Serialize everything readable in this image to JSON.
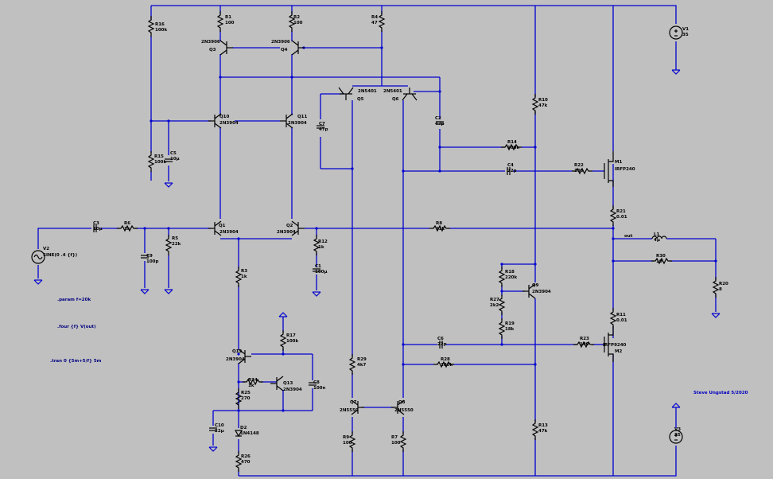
{
  "resistors": [
    {
      "ref": "R16",
      "value": "100k"
    },
    {
      "ref": "R1",
      "value": "100"
    },
    {
      "ref": "R2",
      "value": "100"
    },
    {
      "ref": "R4",
      "value": "47"
    },
    {
      "ref": "R10",
      "value": "47k"
    },
    {
      "ref": "R14",
      "value": "100k"
    },
    {
      "ref": "R22",
      "value": "100"
    },
    {
      "ref": "R15",
      "value": "100k"
    },
    {
      "ref": "R21",
      "value": "0.01"
    },
    {
      "ref": "R6",
      "value": "1k"
    },
    {
      "ref": "R5",
      "value": "22k"
    },
    {
      "ref": "R12",
      "value": "1k"
    },
    {
      "ref": "R8",
      "value": "22k"
    },
    {
      "ref": "R3",
      "value": "1k"
    },
    {
      "ref": "R30",
      "value": "10"
    },
    {
      "ref": "R20",
      "value": "8"
    },
    {
      "ref": "R18",
      "value": "220k"
    },
    {
      "ref": "R27",
      "value": "2k2"
    },
    {
      "ref": "R19",
      "value": "18k"
    },
    {
      "ref": "R11",
      "value": "0.01"
    },
    {
      "ref": "R17",
      "value": "100k"
    },
    {
      "ref": "R23",
      "value": "100"
    },
    {
      "ref": "R28",
      "value": "100k"
    },
    {
      "ref": "R29",
      "value": "4k7"
    },
    {
      "ref": "R24",
      "value": "1k"
    },
    {
      "ref": "R25",
      "value": "270"
    },
    {
      "ref": "R26",
      "value": "470"
    },
    {
      "ref": "R9",
      "value": "100"
    },
    {
      "ref": "R7",
      "value": "100"
    },
    {
      "ref": "R13",
      "value": "47k"
    }
  ],
  "capacitors": [
    {
      "ref": "C5",
      "value": "10µ"
    },
    {
      "ref": "C7",
      "value": "47p"
    },
    {
      "ref": "C2",
      "value": "47p"
    },
    {
      "ref": "C4",
      "value": "22p"
    },
    {
      "ref": "C3",
      "value": "10µ"
    },
    {
      "ref": "C9",
      "value": "100p"
    },
    {
      "ref": "C1",
      "value": "100µ"
    },
    {
      "ref": "C6",
      "value": "22p"
    },
    {
      "ref": "C8",
      "value": "100n"
    },
    {
      "ref": "C10",
      "value": "22µ"
    }
  ],
  "transistors": [
    {
      "ref": "Q3",
      "part": "2N3906"
    },
    {
      "ref": "Q4",
      "part": "2N3906"
    },
    {
      "ref": "Q5",
      "part": "2N5401"
    },
    {
      "ref": "Q6",
      "part": "2N5401"
    },
    {
      "ref": "Q10",
      "part": "2N3904"
    },
    {
      "ref": "Q11",
      "part": "2N3904"
    },
    {
      "ref": "Q1",
      "part": "2N3904"
    },
    {
      "ref": "Q2",
      "part": "2N3904"
    },
    {
      "ref": "Q9",
      "part": "2N3904"
    },
    {
      "ref": "Q12",
      "part": "2N3904"
    },
    {
      "ref": "Q13",
      "part": "2N3904"
    },
    {
      "ref": "Q7",
      "part": "2N5550"
    },
    {
      "ref": "Q8",
      "part": "2N5550"
    },
    {
      "ref": "M1",
      "part": "IRFP240"
    },
    {
      "ref": "M2",
      "part": "IRFP9240"
    }
  ],
  "others": [
    {
      "ref": "V1",
      "value": "35"
    },
    {
      "ref": "V3",
      "value": "35"
    },
    {
      "ref": "V2",
      "value": "SINE(0 .4 {f})"
    },
    {
      "ref": "L1",
      "value": "4µ"
    },
    {
      "ref": "D2",
      "value": "1N4148"
    }
  ],
  "net_labels": {
    "out": "out"
  },
  "directives": [
    ".param f=20k",
    ".four {f} V(out)",
    ".tran 0 {5m+5/f} 5m"
  ],
  "credit": "Steve Ungstad 5/2020",
  "colors": {
    "background": "#c0c0c0",
    "wire": "#0000d0",
    "component": "#000000"
  }
}
